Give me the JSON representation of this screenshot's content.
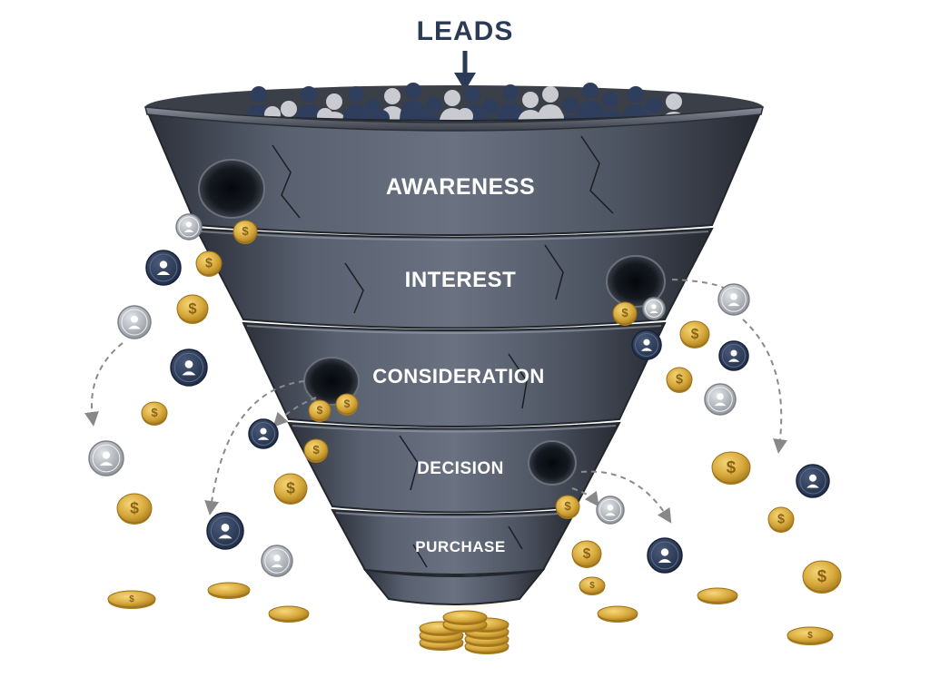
{
  "title": "LEADS",
  "stages": [
    {
      "label": "AWARENESS"
    },
    {
      "label": "INTEREST"
    },
    {
      "label": "CONSIDERATION"
    },
    {
      "label": "DECISION"
    },
    {
      "label": "PURCHASE"
    }
  ],
  "colors": {
    "funnel": "#4a5160",
    "funnel_dark": "#2f343e",
    "funnel_light": "#6b7280",
    "lead_dark": "#2c3c5a",
    "lead_gray": "#9ea3aa",
    "coin_gold": "#d7a93c",
    "coin_edge": "#a87b1f",
    "arrow_line": "#888888",
    "title": "#2b3a55"
  },
  "icons": {
    "lead_token": "user-icon",
    "coin": "dollar-coin-icon",
    "arrow": "arrow-down-icon"
  }
}
